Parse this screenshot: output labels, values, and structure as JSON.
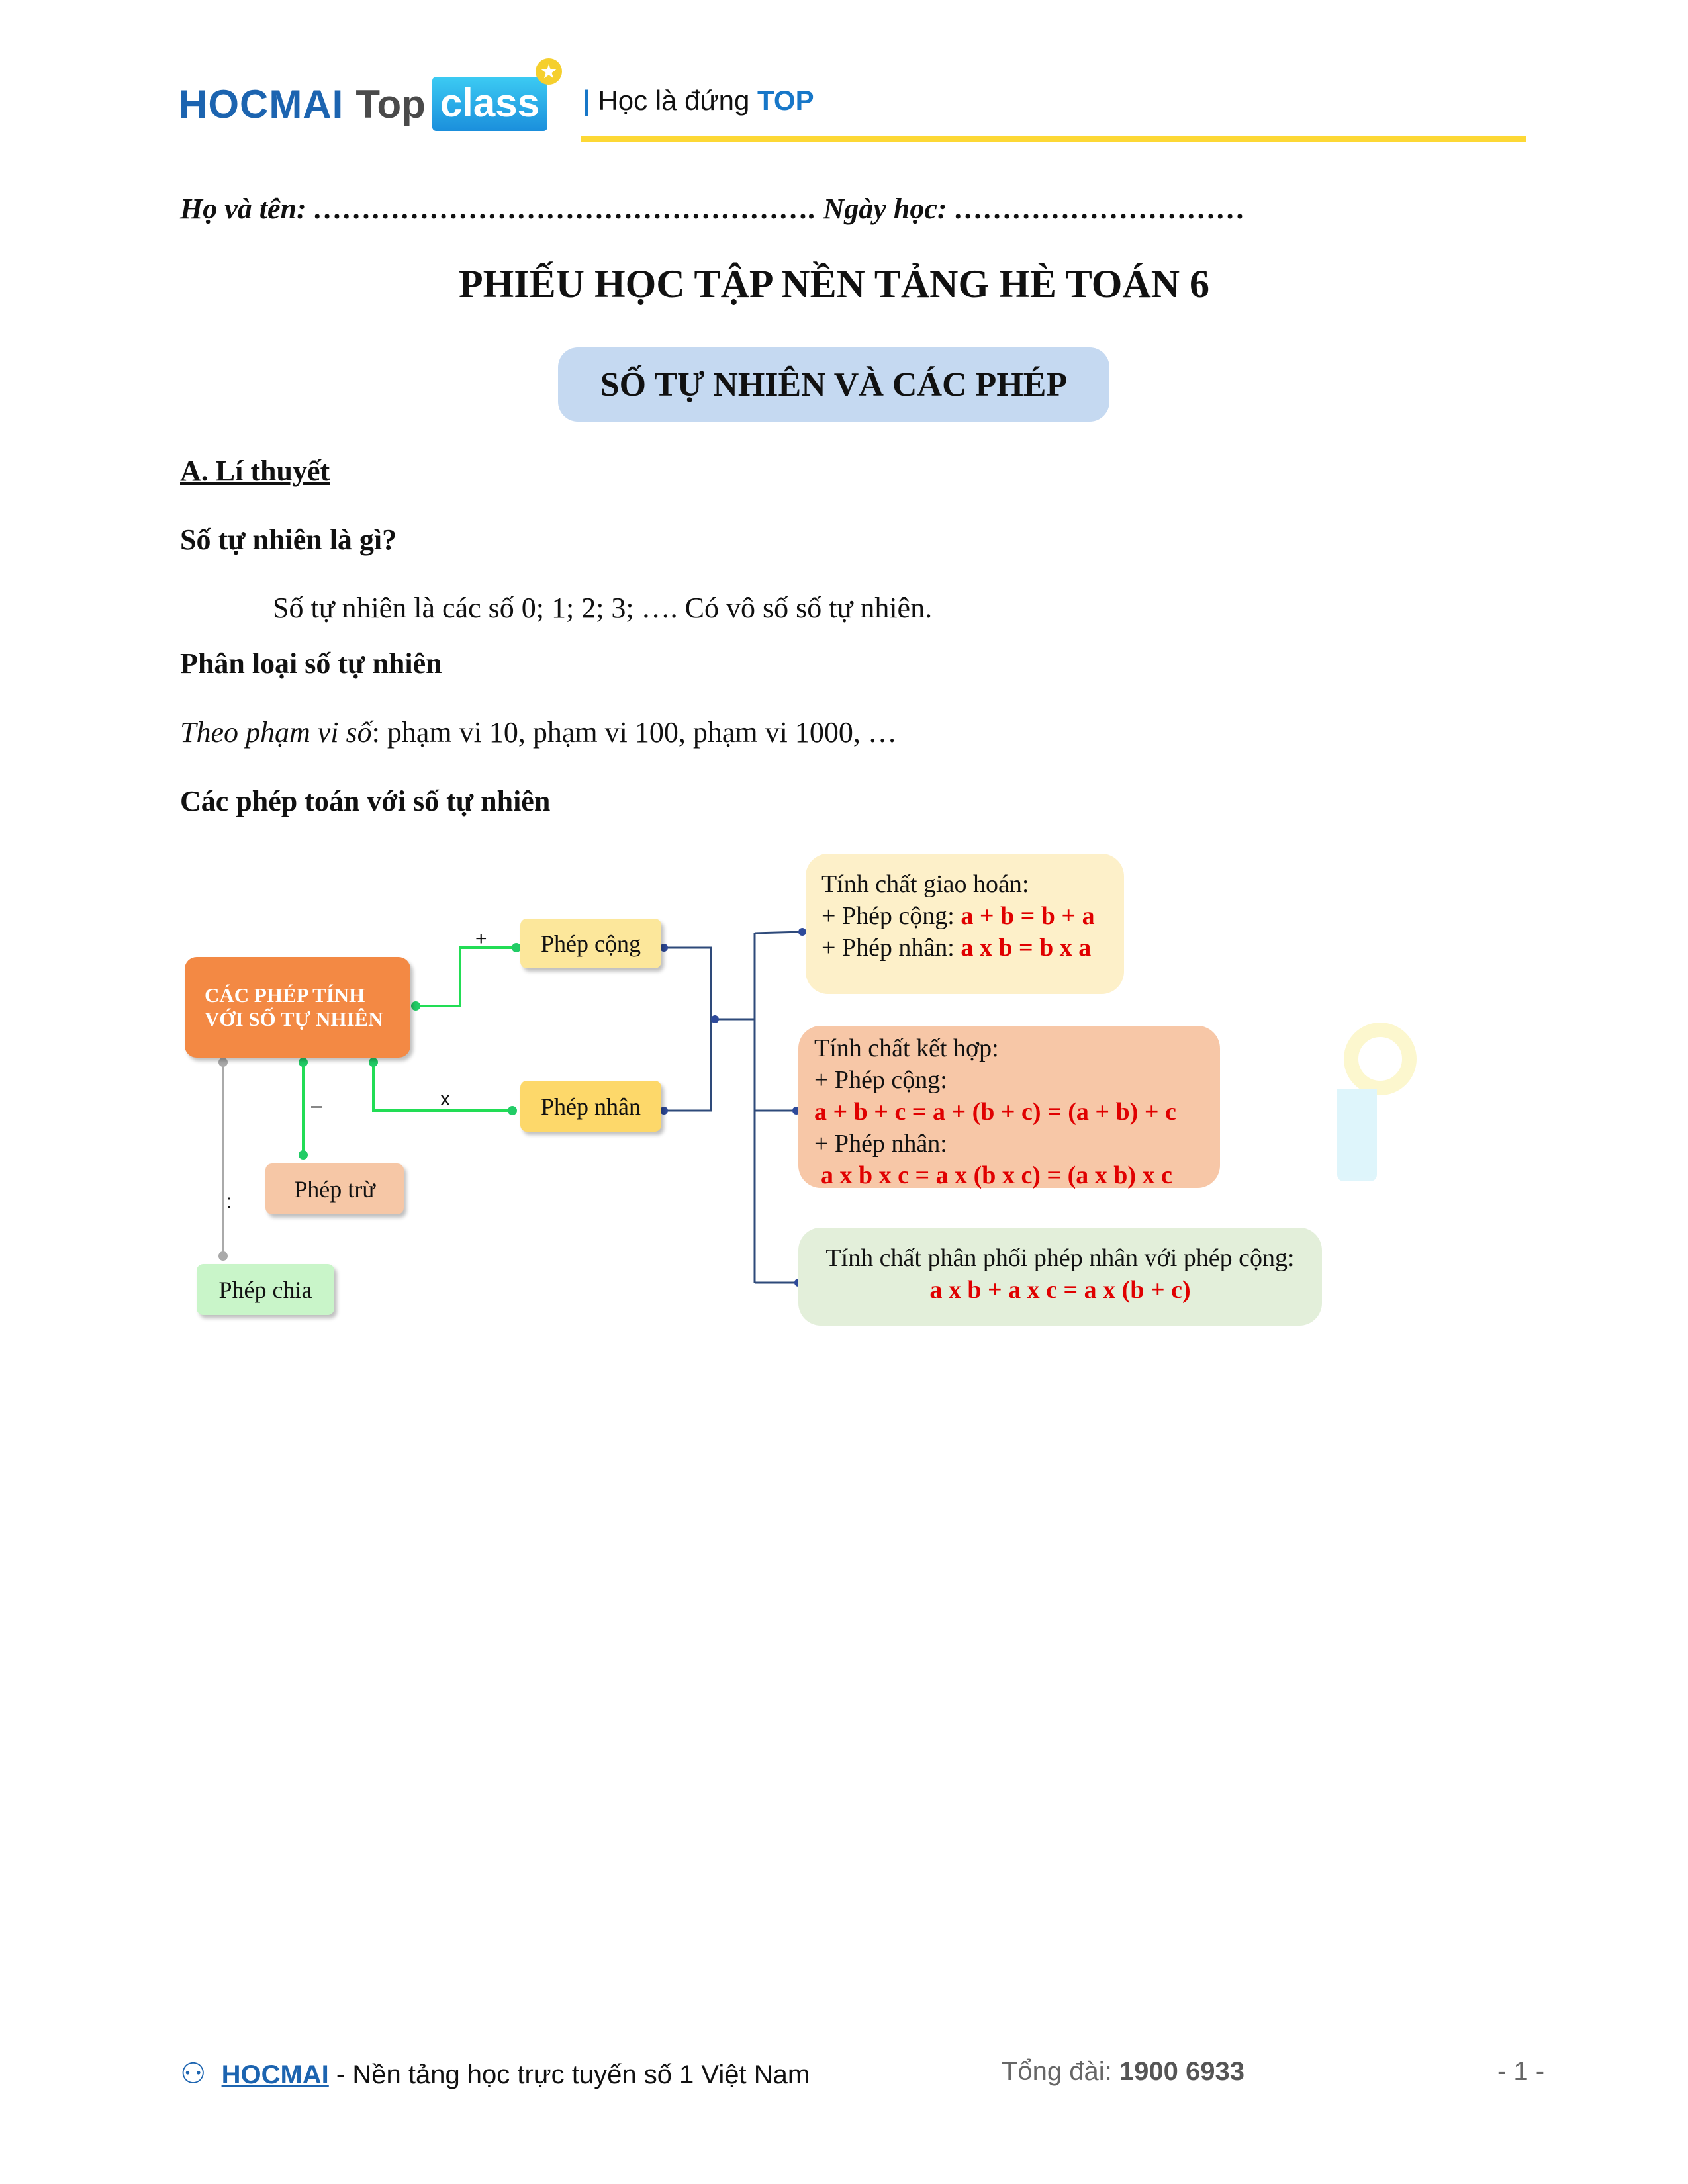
{
  "header": {
    "logo_text_1": "HOCMAI",
    "logo_text_2": "Top",
    "logo_text_3": "class",
    "tagline_bar": "|",
    "tagline": "Học là đứng ",
    "tagline_bold": "TOP"
  },
  "form": {
    "name_line": "Họ và tên: ……………………………………………. Ngày học: …………………………"
  },
  "title": "PHIẾU HỌC TẬP NỀN TẢNG HÈ TOÁN 6",
  "topic": "SỐ TỰ NHIÊN VÀ CÁC PHÉP",
  "section_a": "A. Lí thuyết",
  "q1": "Số tự nhiên là gì?",
  "q1_text": "Số tự nhiên là các số 0; 1; 2; 3; …. Có vô số số tự nhiên.",
  "q2": "Phân loại số tự nhiên",
  "q2_italic": "Theo phạm vi số",
  "q2_text": ": phạm vi 10, phạm vi 100, phạm vi 1000, …",
  "q3": "Các phép toán với số tự nhiên",
  "diagram": {
    "root_1": "CÁC PHÉP TÍNH",
    "root_2": "VỚI SỐ TỰ NHIÊN",
    "add": "Phép cộng",
    "mul": "Phép nhân",
    "sub": "Phép trừ",
    "div": "Phép chia",
    "sym_add": "+",
    "sym_mul": "x",
    "sym_sub": "–",
    "sym_div": ":",
    "comm_title": "Tính chất giao hoán:",
    "comm_add_label": "+ Phép cộng: ",
    "comm_add_formula": "a + b = b + a",
    "comm_mul_label": "+ Phép nhân: ",
    "comm_mul_formula": "a x b = b x a",
    "assoc_title": "Tính chất kết hợp:",
    "assoc_add_label": "+ Phép cộng:",
    "assoc_add_formula": "a + b + c = a + (b + c) = (a + b) + c",
    "assoc_mul_label": "+ Phép nhân:",
    "assoc_mul_formula": "a x b x c = a x (b x c) = (a x b) x c",
    "dist_title": "Tính chất phân phối phép nhân với phép cộng:",
    "dist_formula": "a x b + a x c = a x (b + c)"
  },
  "footer": {
    "brand": "HOCMAI",
    "slogan": " - Nền tảng học trực tuyến số 1 Việt Nam",
    "hotline_label": "Tổng đài: ",
    "hotline": "1900 6933",
    "page": "- 1 -"
  }
}
